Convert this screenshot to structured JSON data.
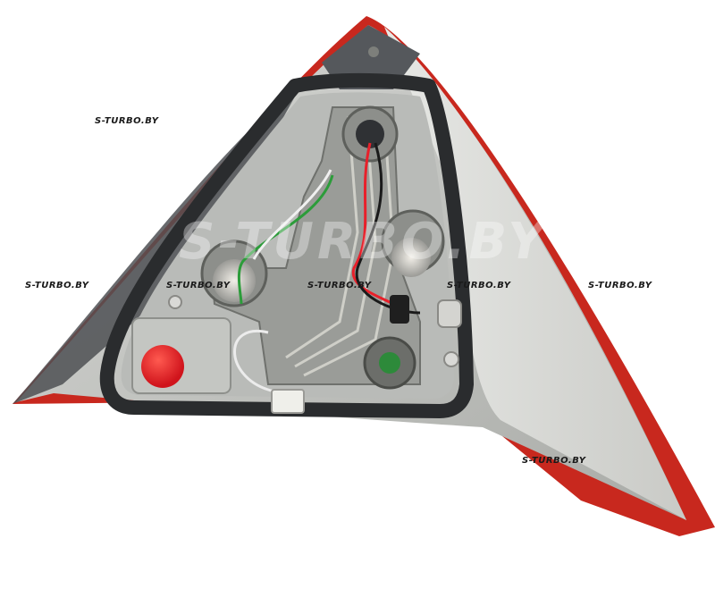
{
  "watermarks": {
    "top_left": "S-TURBO.BY",
    "mid_left": "S-TURBO.BY",
    "mid_center": "S-TURBO.BY",
    "mid_right": "S-TURBO.BY",
    "bottom": "S-TURBO.BY",
    "large_center": "S-TURBO.BY"
  },
  "colors": {
    "lens_red": "#c8281e",
    "housing_grey": "#b9bbb8",
    "gasket_black": "#2a2c2e",
    "socket_red": "#e8202a"
  }
}
